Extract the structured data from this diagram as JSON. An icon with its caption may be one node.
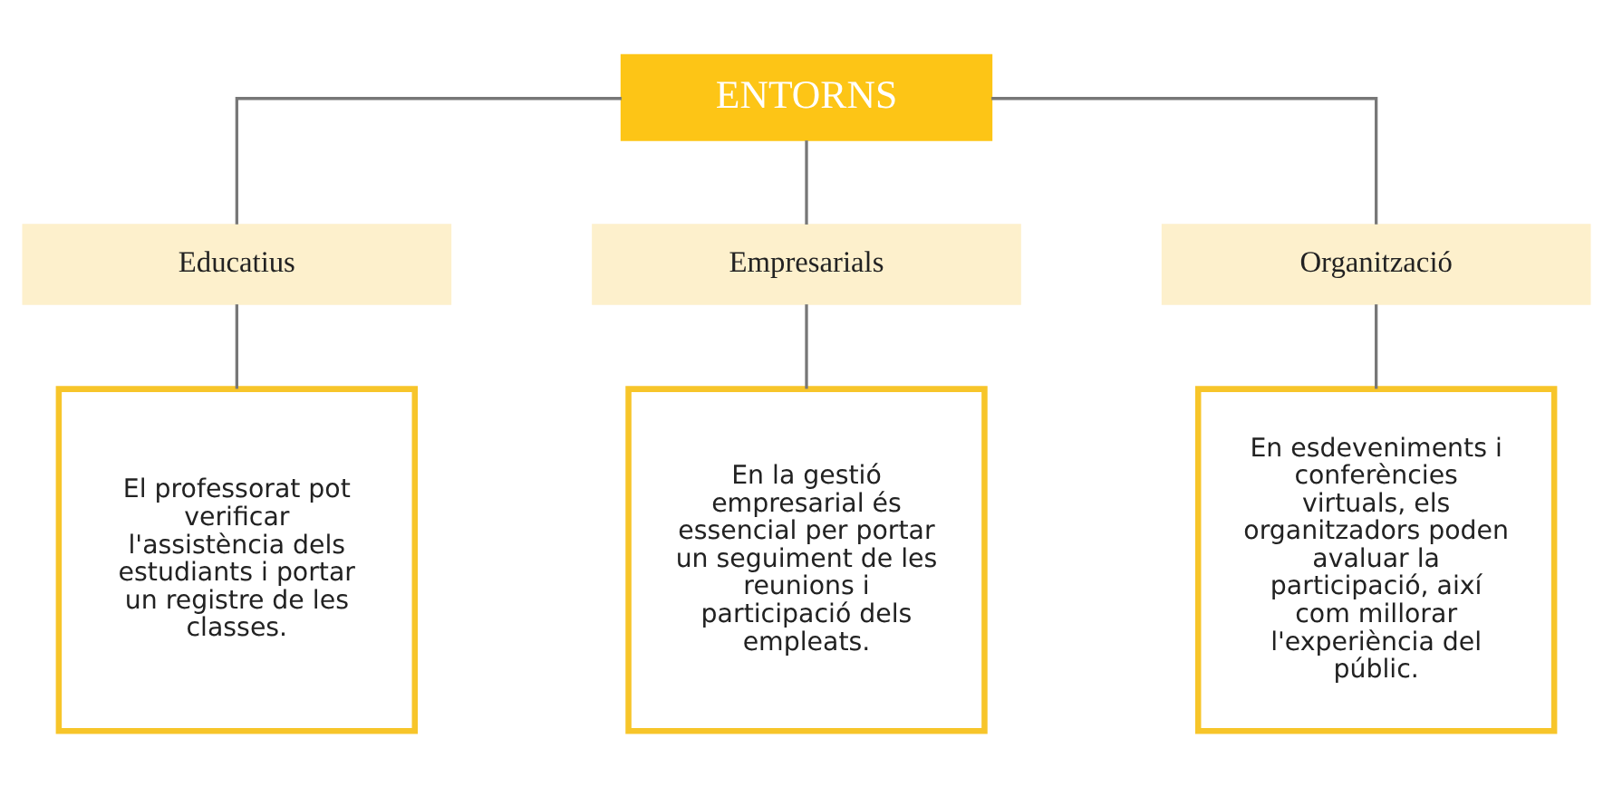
{
  "diagram": {
    "nodes": [
      {
        "text": [
          "ENTORNS"
        ]
      },
      {
        "text": [
          "Educatius"
        ]
      },
      {
        "text": [
          "Empresarials"
        ]
      },
      {
        "text": [
          "Organització"
        ]
      },
      {
        "text": [
          "El professorat pot verificar l'assistència dels estudiants i portar un registre de les classes."
        ]
      },
      {
        "text": [
          "En la gestió empresarial és essencial per portar un seguiment de les reunions i participació dels empleats."
        ]
      },
      {
        "text": [
          "En esdeveniments i conferències virtuals, els organitzadors poden avaluar la participació, així com millorar l'experiència del públic."
        ]
      }
    ],
    "edges": [
      {
        "from": 0,
        "to": 1,
        "arrow": "none"
      },
      {
        "from": 0,
        "to": 2,
        "arrow": "none"
      },
      {
        "from": 0,
        "to": 3,
        "arrow": "none"
      },
      {
        "from": 1,
        "to": 4,
        "arrow": "none"
      },
      {
        "from": 2,
        "to": 5,
        "arrow": "none"
      },
      {
        "from": 3,
        "to": 6,
        "arrow": "none"
      }
    ]
  }
}
